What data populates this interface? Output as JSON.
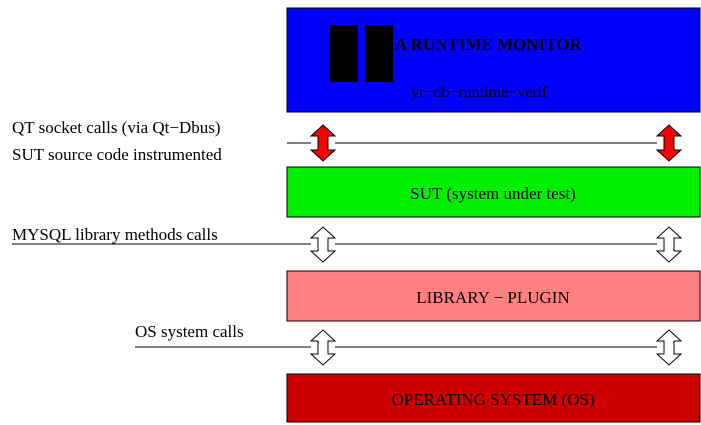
{
  "layers": {
    "monitor": {
      "title": "A RUNTIME MONITOR",
      "subtitle": "yr−db−runtime−verif",
      "color": "#0000ff"
    },
    "sut": {
      "label": "SUT (system under test)",
      "color": "#00ee00"
    },
    "library": {
      "label": "LIBRARY − PLUGIN",
      "color": "#ff8080"
    },
    "os": {
      "label": "OPERATING SYSTEM (OS)",
      "color": "#cc0000"
    }
  },
  "interfaces": {
    "monitor_sut": {
      "label_top": "QT socket calls (via Qt−Dbus)",
      "label_bottom": "SUT source code instrumented",
      "arrow_color": "#ff0000"
    },
    "sut_library": {
      "label": "MYSQL library methods calls",
      "arrow_color": "#ffffff"
    },
    "library_os": {
      "label": "OS system calls",
      "arrow_color": "#ffffff"
    }
  }
}
